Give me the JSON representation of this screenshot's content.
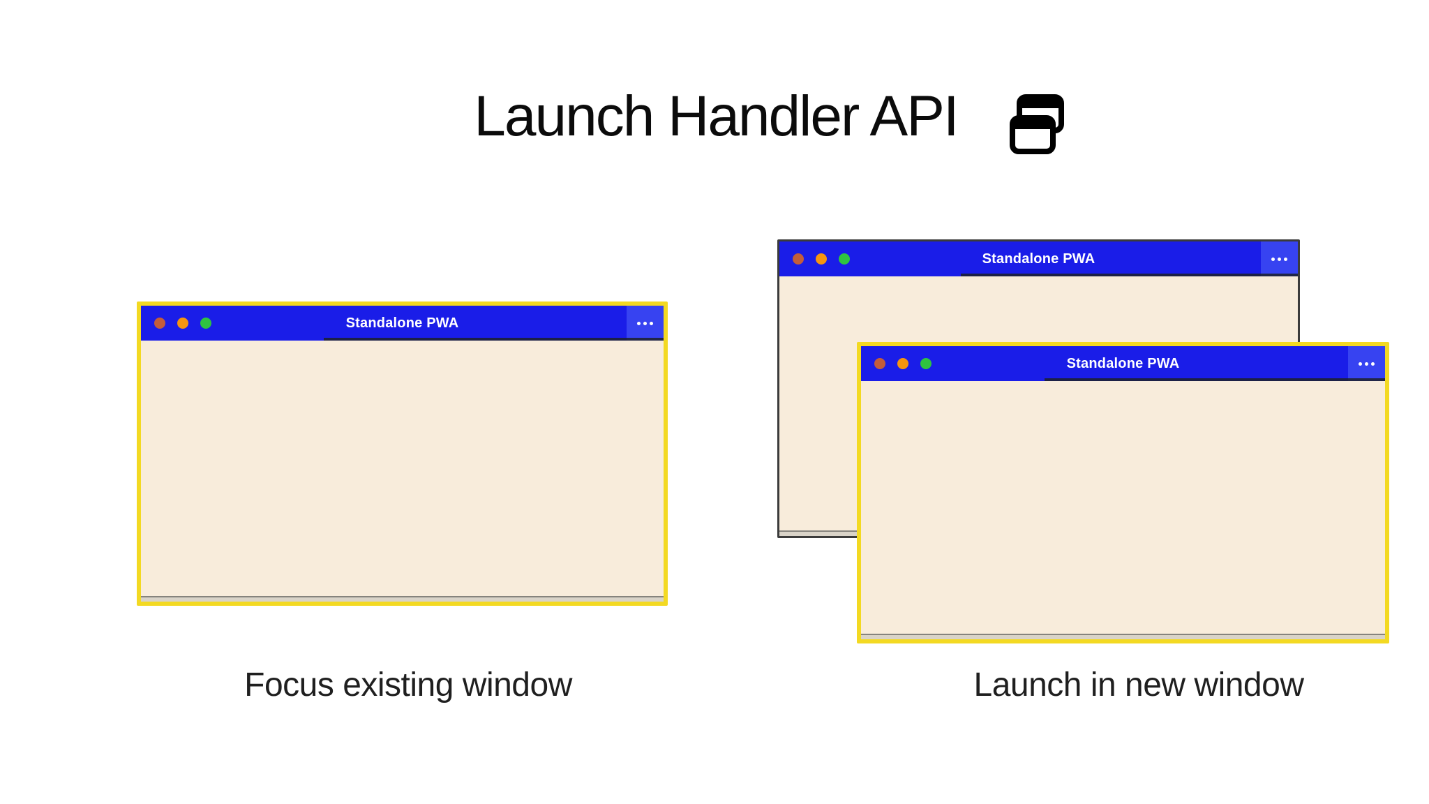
{
  "header": {
    "title": "Launch Handler API",
    "icon": "overlapping-windows-icon"
  },
  "colors": {
    "titlebar_blue": "#1a1de8",
    "menu_blue": "#3743f1",
    "body_cream": "#f8ecdb",
    "highlight_yellow": "#f3d922",
    "back_window_border": "#3b3b3b",
    "control_red": "#c35d3b",
    "control_orange": "#f6950f",
    "control_green": "#2fc440",
    "titlebar_text": "#ffffff",
    "caption_text": "#1f1f1f"
  },
  "left_panel": {
    "caption": "Focus existing window",
    "window": {
      "title": "Standalone PWA",
      "border": "yellow-highlight",
      "controls": [
        "red-dot",
        "orange-dot",
        "green-dot"
      ],
      "menu_icon": "ellipsis-icon"
    }
  },
  "right_panel": {
    "caption": "Launch in new window",
    "back_window": {
      "title": "Standalone PWA",
      "border": "dark",
      "controls": [
        "red-dot",
        "orange-dot",
        "green-dot"
      ],
      "menu_icon": "ellipsis-icon"
    },
    "front_window": {
      "title": "Standalone PWA",
      "border": "yellow-highlight",
      "controls": [
        "red-dot",
        "orange-dot",
        "green-dot"
      ],
      "menu_icon": "ellipsis-icon"
    }
  }
}
